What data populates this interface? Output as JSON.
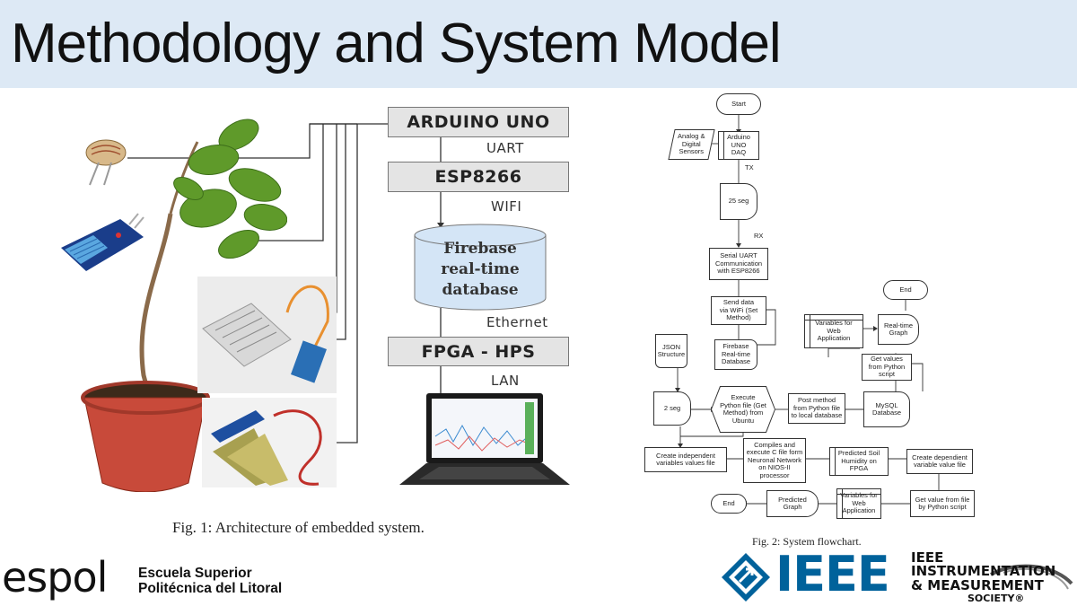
{
  "slide": {
    "title": "Methodology and System Model"
  },
  "architecture": {
    "blocks": [
      "ARDUINO UNO",
      "ESP8266",
      "Firebase\nreal-time\ndatabase",
      "FPGA - HPS"
    ],
    "links": [
      "UART",
      "WIFI",
      "Ethernet",
      "LAN"
    ],
    "caption": "Fig. 1: Architecture of embedded system.",
    "images": [
      "light-sensor",
      "dht-sensor",
      "rain-sensor",
      "soil-moisture-sensor",
      "potted-plant",
      "laptop"
    ]
  },
  "flowchart": {
    "caption": "Fig. 2: System flowchart.",
    "nodes": {
      "start": "Start",
      "sensors": "Analog &\nDigital\nSensors",
      "arduino_daq": "Arduino\nUNO\nDAQ",
      "delay_25": "25 seg",
      "serial_uart": "Serial UART\nCommunication\nwith ESP8266",
      "send_data": "Send data\nvia WiFi (Set\nMethod)",
      "firebase": "Firebase\nReal-time\nDatabase",
      "json": "JSON\nStructure",
      "delay_2": "2 seg",
      "execute_python": "Execute\nPython file (Get\nMethod) from\nUbuntu",
      "post_method": "Post method\nfrom Python file\nto local database",
      "mysql": "MySQL\nDatabase",
      "get_values_python": "Get values\nfrom Python\nscript",
      "variables_web_top": "Variables for\nWeb\nApplication",
      "realtime_graph": "Real-time\nGraph",
      "end_top": "End",
      "create_independent": "Create independent\nvariables values file",
      "compile_c": "Compiles and\nexecute C file form\nNeuronal Network\non NIOS-II\nprocessor",
      "predicted_soil": "Predicted Soil\nHumidity on\nFPGA",
      "create_dependent": "Create dependient\nvariable value file",
      "get_value_file": "Get value from file\nby Python script",
      "variables_web_bottom": "Variables for\nWeb\nApplication",
      "predicted_graph": "Predicted\nGraph",
      "end_bottom": "End"
    },
    "edge_labels": {
      "tx": "TX",
      "rx": "RX"
    }
  },
  "footer": {
    "espol_wordmark": "espol",
    "espol_line1": "Escuela Superior",
    "espol_line2": "Politécnica del Litoral",
    "ieee_wordmark": "IEEE",
    "ims_line1": "IEEE",
    "ims_line2": "INSTRUMENTATION",
    "ims_line3": "& MEASUREMENT",
    "ims_line4": "SOCIETY®"
  },
  "colors": {
    "title_bar": "#dde9f5",
    "block_fill": "#e4e4e4",
    "database_fill": "#d4e5f6",
    "ieee_blue": "#00629b"
  }
}
